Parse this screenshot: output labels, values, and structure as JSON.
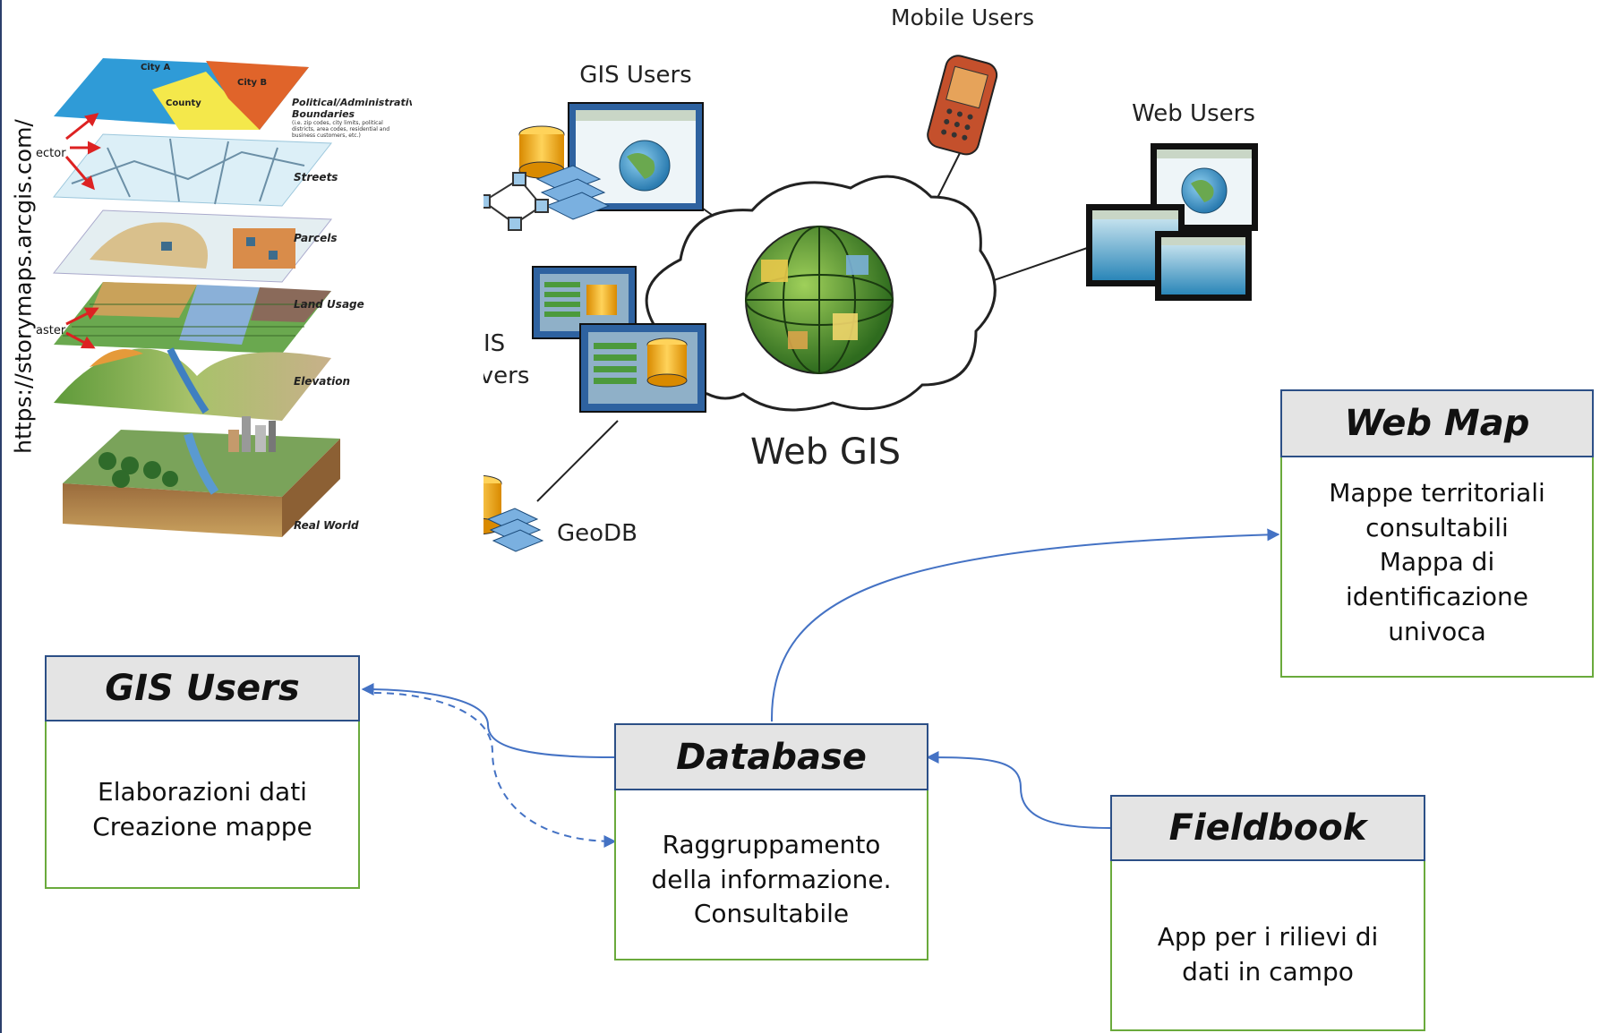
{
  "credit": "https://storymaps.arcgis.com/",
  "layers": {
    "top_partial": "ector",
    "mid_partial": "aster",
    "city_a": "City A",
    "city_b": "City B",
    "county": "County",
    "labels": [
      {
        "title": "Political/Administrative",
        "title2": "Boundaries",
        "note": "(i.e. zip codes, city limits, political districts, area codes, residential and business customers, etc.)"
      },
      {
        "title": "Streets"
      },
      {
        "title": "Parcels"
      },
      {
        "title": "Land Usage"
      },
      {
        "title": "Elevation"
      },
      {
        "title": "Real World"
      }
    ]
  },
  "webgis": {
    "title": "Web GIS",
    "mobile_users": "Mobile Users",
    "gis_users": "GIS Users",
    "web_users": "Web Users",
    "gis_servers_1": "GIS",
    "gis_servers_2": "Servers",
    "geodb": "GeoDB"
  },
  "boxes": {
    "gis_users": {
      "title": "GIS Users",
      "lines": [
        "Elaborazioni dati",
        "Creazione mappe"
      ]
    },
    "database": {
      "title": "Database",
      "lines": [
        "Raggruppamento",
        "della informazione.",
        "Consultabile"
      ]
    },
    "fieldbook": {
      "title": "Fieldbook",
      "lines": [
        "App per i rilievi di",
        "dati in campo"
      ]
    },
    "web_map": {
      "title": "Web Map",
      "lines": [
        "Mappe territoriali",
        "consultabili",
        "Mappa di",
        "identificazione",
        "univoca"
      ]
    }
  },
  "colors": {
    "box_border": "#6aaa3c",
    "header_border": "#2c4f86",
    "header_fill": "#e4e4e4",
    "connector": "#4472c4"
  }
}
